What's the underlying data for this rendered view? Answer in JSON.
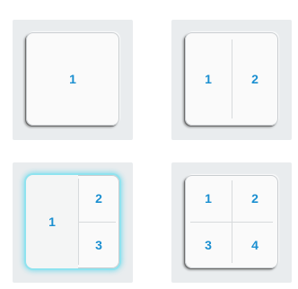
{
  "switches": [
    {
      "id": "one-button",
      "labels": [
        "1"
      ]
    },
    {
      "id": "two-button",
      "labels": [
        "1",
        "2"
      ]
    },
    {
      "id": "three-button",
      "labels": [
        "1",
        "2",
        "3"
      ]
    },
    {
      "id": "four-button",
      "labels": [
        "1",
        "2",
        "3",
        "4"
      ]
    }
  ],
  "colors": {
    "frame": "#e9ecee",
    "plate": "#fafafa",
    "number": "#1a8fd1",
    "glow": "#8fe3ef"
  }
}
